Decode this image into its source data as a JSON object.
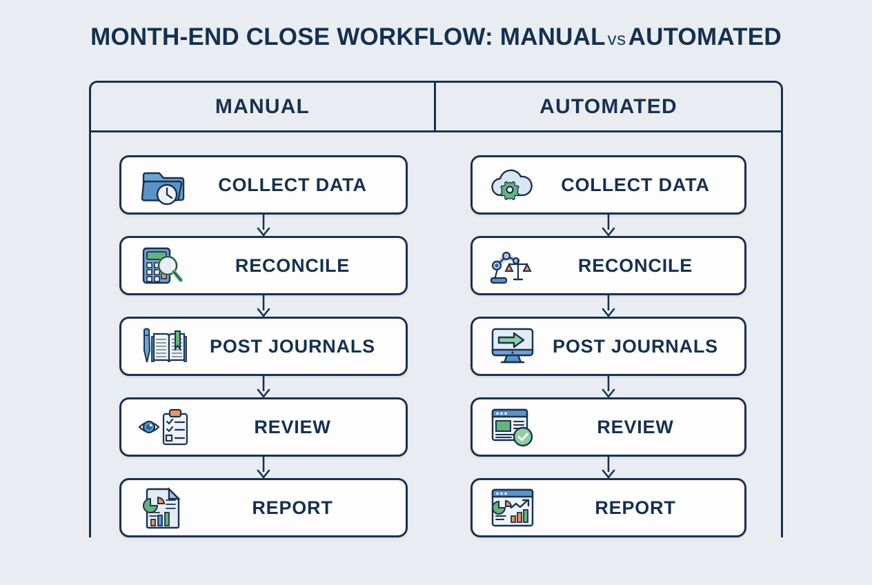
{
  "title": {
    "part1": "MONTH-END CLOSE WORKFLOW: MANUAL",
    "vs": "vs",
    "part2": "AUTOMATED"
  },
  "columns": [
    {
      "header": "MANUAL",
      "steps": [
        {
          "label": "COLLECT DATA",
          "icon": "folder-clock-icon"
        },
        {
          "label": "RECONCILE",
          "icon": "calculator-magnifier-icon"
        },
        {
          "label": "POST JOURNALS",
          "icon": "pen-ledger-book-icon"
        },
        {
          "label": "REVIEW",
          "icon": "eye-clipboard-checklist-icon"
        },
        {
          "label": "REPORT",
          "icon": "document-charts-icon"
        }
      ]
    },
    {
      "header": "AUTOMATED",
      "steps": [
        {
          "label": "COLLECT DATA",
          "icon": "cloud-gear-icon"
        },
        {
          "label": "RECONCILE",
          "icon": "robot-arm-scales-icon"
        },
        {
          "label": "POST JOURNALS",
          "icon": "monitor-arrow-icon"
        },
        {
          "label": "REVIEW",
          "icon": "window-check-icon"
        },
        {
          "label": "REPORT",
          "icon": "dashboard-charts-icon"
        }
      ]
    }
  ],
  "connector": {
    "name": "down-arrow",
    "count_per_column": 4
  },
  "colors": {
    "background": "#e9edf2",
    "ink": "#1b3050",
    "text": "#16304e",
    "card": "#fdfdfd",
    "blue": "#5b93c7",
    "blue_dark": "#2f5f91",
    "blue_light": "#c6dcef",
    "green": "#67b37a",
    "green_light": "#8fcf9e",
    "orange": "#ef955a",
    "paper": "#e3ecf4"
  }
}
